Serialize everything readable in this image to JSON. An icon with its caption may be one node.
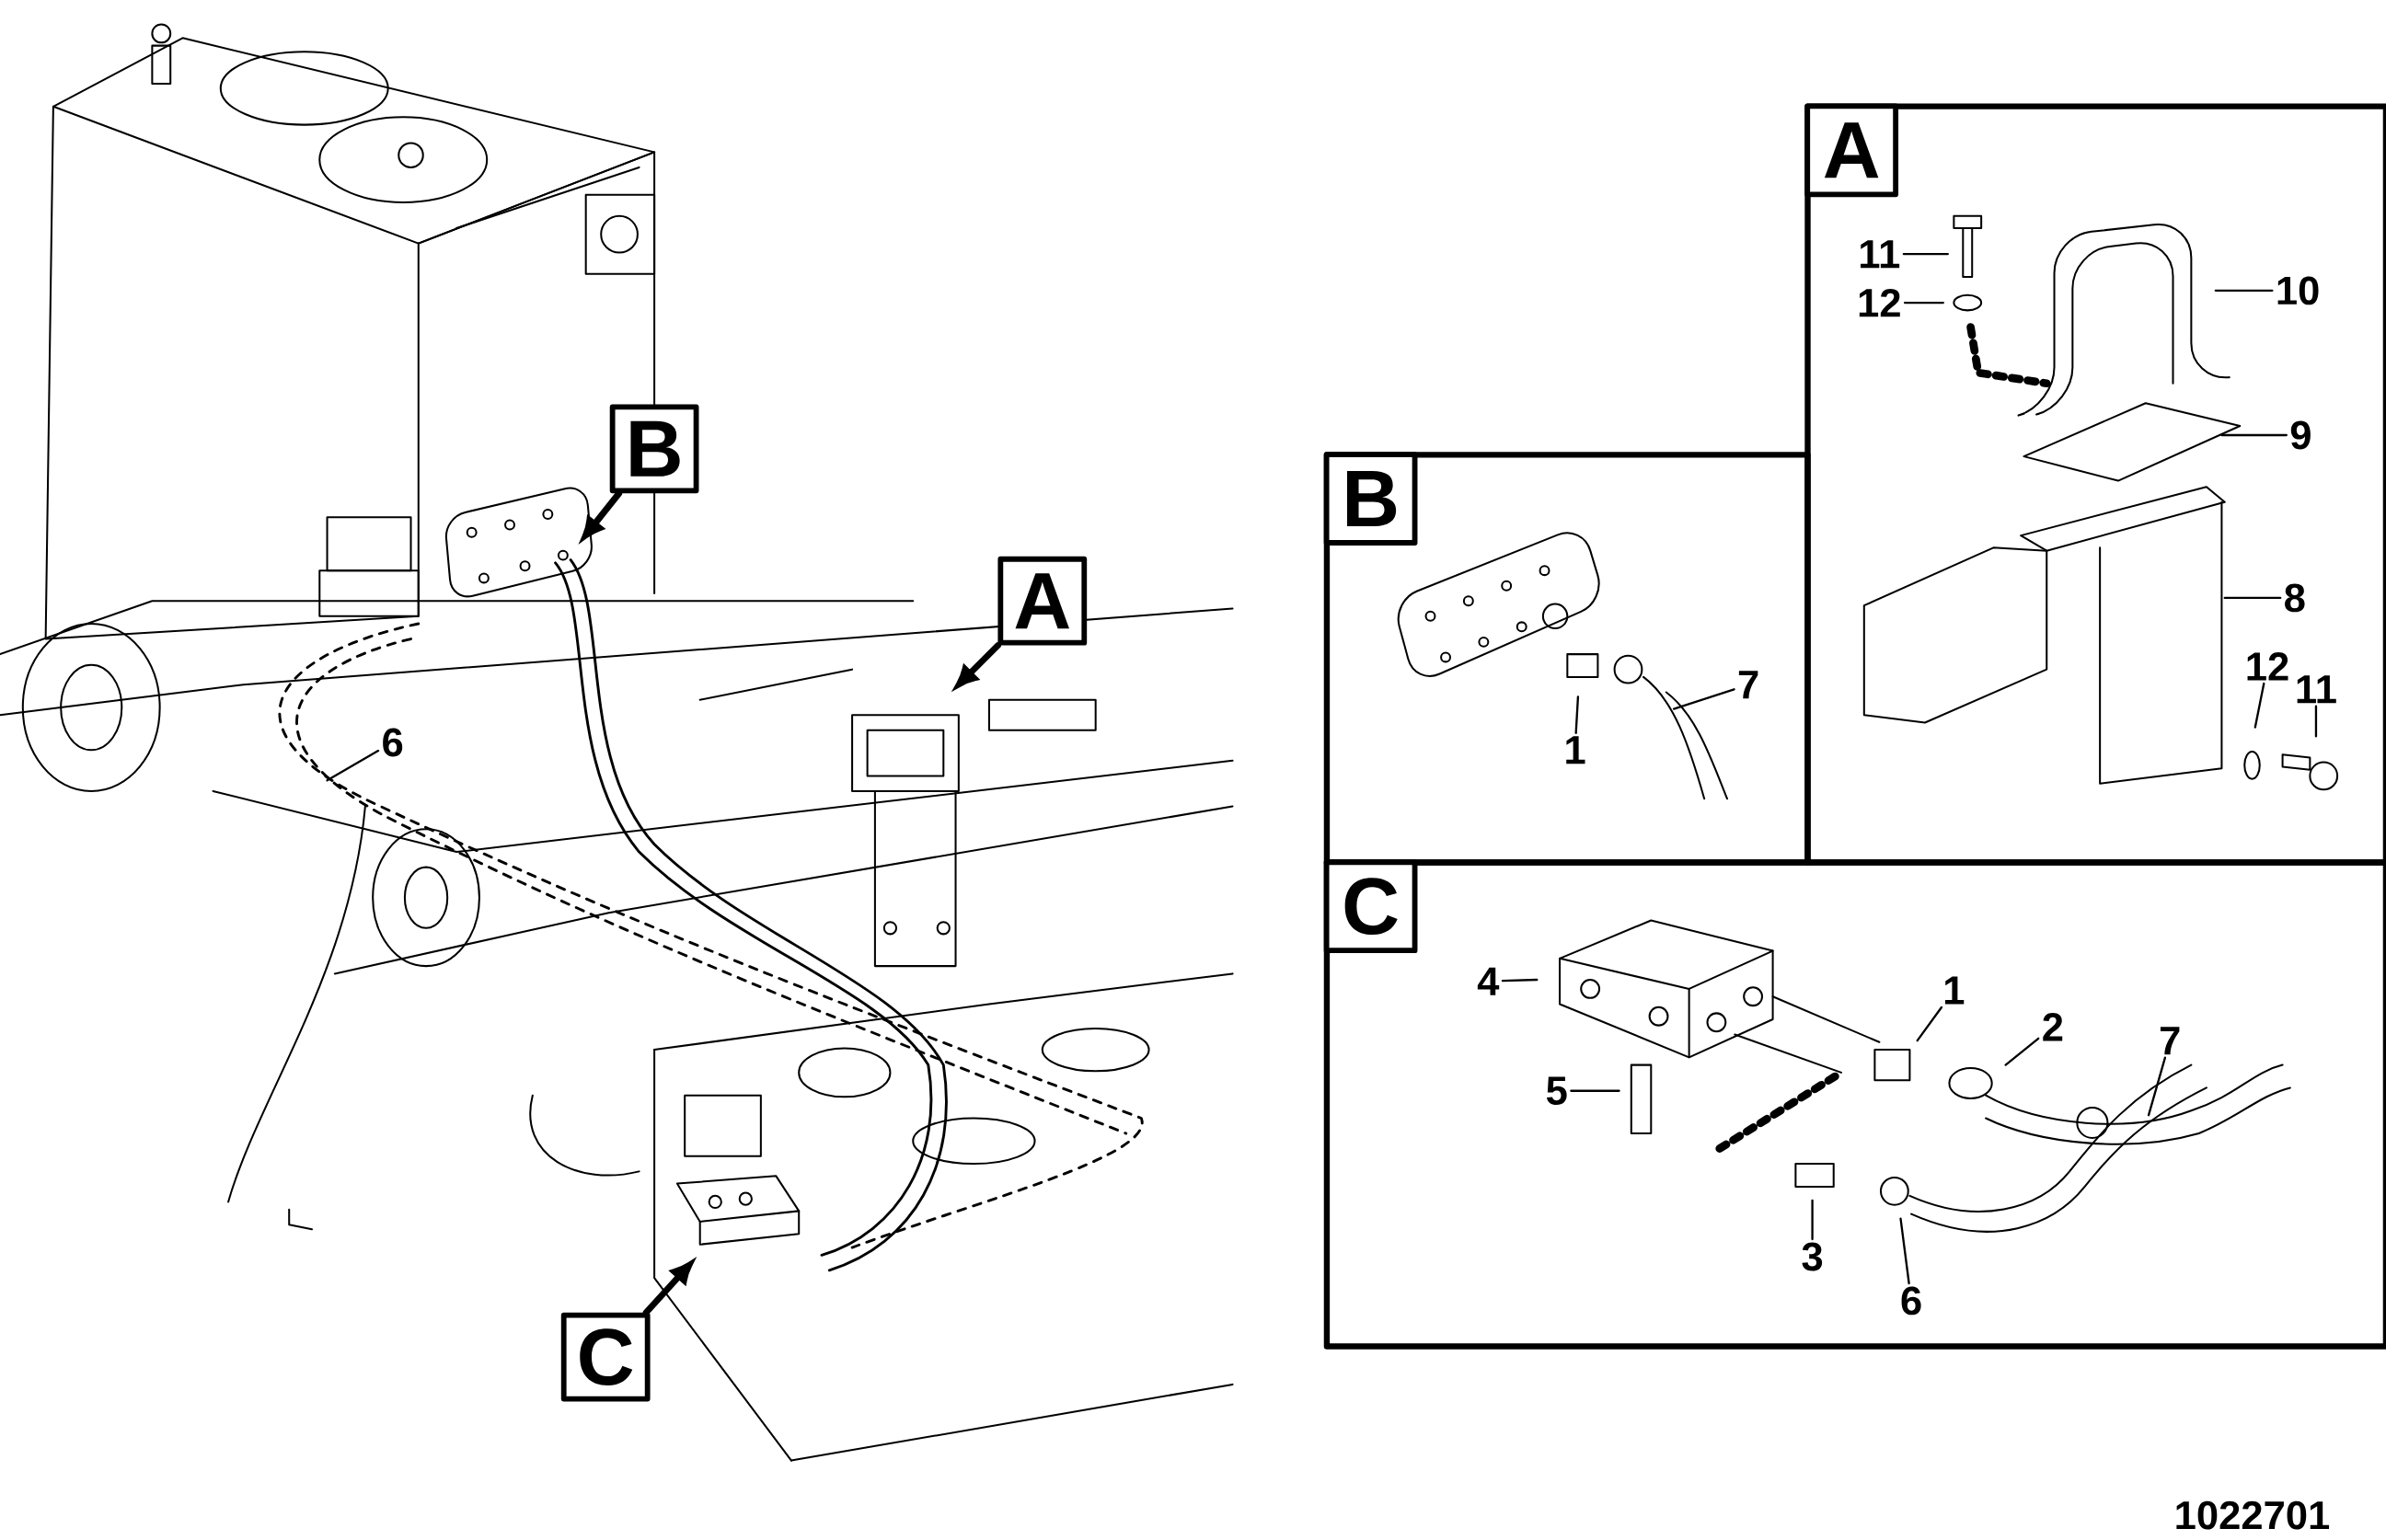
{
  "diagram": {
    "nodes": [
      {
        "text": [
          "B"
        ]
      },
      {
        "text": [
          "A"
        ]
      },
      {
        "text": [
          "C"
        ]
      },
      {
        "text": [
          "6"
        ]
      },
      {
        "text": [],
        "shape": "box"
      },
      {
        "text": [
          "A"
        ],
        "in": 4
      },
      {
        "text": [
          "11"
        ],
        "in": 4
      },
      {
        "text": [
          "12"
        ],
        "in": 4
      },
      {
        "text": [
          "10"
        ],
        "in": 4
      },
      {
        "text": [
          "9"
        ],
        "in": 4
      },
      {
        "text": [
          "8"
        ],
        "in": 4
      },
      {
        "text": [
          "12"
        ],
        "in": 4
      },
      {
        "text": [
          "11"
        ],
        "in": 4
      },
      {
        "text": [],
        "shape": "box"
      },
      {
        "text": [
          "B"
        ],
        "in": 13
      },
      {
        "text": [
          "7"
        ],
        "in": 13
      },
      {
        "text": [
          "1"
        ],
        "in": 13
      },
      {
        "text": [],
        "shape": "box"
      },
      {
        "text": [
          "C"
        ],
        "in": 17
      },
      {
        "text": [
          "4"
        ],
        "in": 17
      },
      {
        "text": [
          "1"
        ],
        "in": 17
      },
      {
        "text": [
          "2"
        ],
        "in": 17
      },
      {
        "text": [
          "7"
        ],
        "in": 17
      },
      {
        "text": [
          "5"
        ],
        "in": 17
      },
      {
        "text": [
          "3"
        ],
        "in": 17
      },
      {
        "text": [
          "6"
        ],
        "in": 17
      }
    ],
    "edges": [
      {
        "from": 0,
        "to": null,
        "arrow": "to",
        "style": "thick"
      },
      {
        "from": 1,
        "to": null,
        "arrow": "to",
        "style": "thick"
      },
      {
        "from": 2,
        "to": null,
        "arrow": "to",
        "style": "thick"
      },
      {
        "from": 3,
        "to": null,
        "arrow": "none"
      },
      {
        "from": 6,
        "to": null,
        "arrow": "none"
      },
      {
        "from": 7,
        "to": null,
        "arrow": "none"
      },
      {
        "from": 8,
        "to": null,
        "arrow": "none"
      },
      {
        "from": 9,
        "to": null,
        "arrow": "none"
      },
      {
        "from": 10,
        "to": null,
        "arrow": "none"
      },
      {
        "from": 11,
        "to": null,
        "arrow": "none"
      },
      {
        "from": 12,
        "to": null,
        "arrow": "none"
      },
      {
        "from": 15,
        "to": null,
        "arrow": "none"
      },
      {
        "from": 16,
        "to": null,
        "arrow": "none"
      },
      {
        "from": 19,
        "to": null,
        "arrow": "none"
      },
      {
        "from": 20,
        "to": null,
        "arrow": "none"
      },
      {
        "from": 21,
        "to": null,
        "arrow": "none"
      },
      {
        "from": 22,
        "to": null,
        "arrow": "none"
      },
      {
        "from": 23,
        "to": null,
        "arrow": "none"
      },
      {
        "from": 24,
        "to": null,
        "arrow": "none"
      },
      {
        "from": 25,
        "to": null,
        "arrow": "none"
      }
    ],
    "labels": [
      "1022701"
    ]
  }
}
